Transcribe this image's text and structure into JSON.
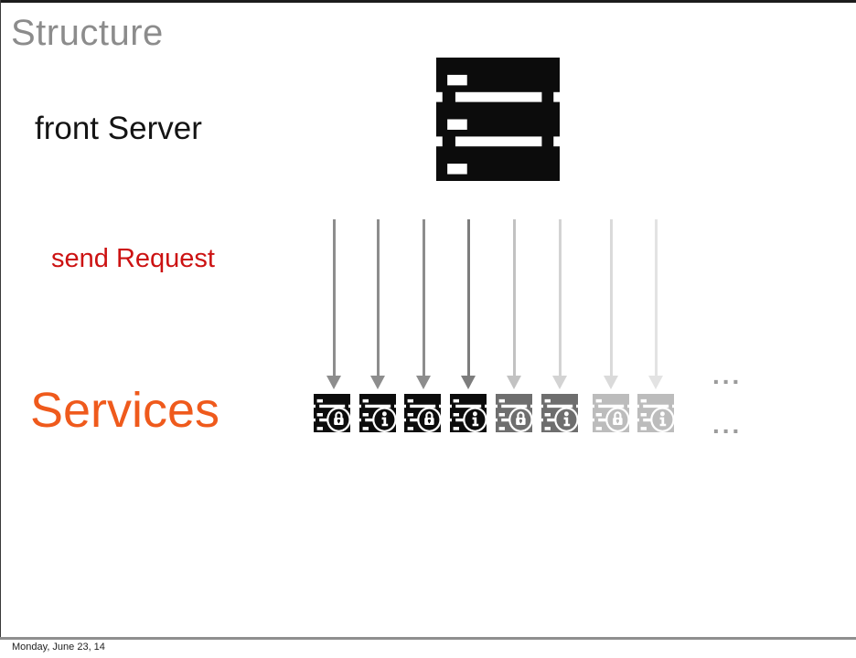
{
  "slide": {
    "title": "Structure",
    "front_server_label": "front Server",
    "send_request_label": "send Request",
    "services_label": "Services",
    "ellipsis_top": "...",
    "ellipsis_bottom": "...",
    "footer": "Monday, June 23, 14"
  },
  "colors": {
    "title": "#8c8c8c",
    "front_server_label": "#141414",
    "send_request_label": "#cc1212",
    "services_label": "#ef5a1c",
    "ellipsis": "#9b9b9b",
    "footer": "#1f1f1f",
    "front_server_icon": "#0c0c0c",
    "divider": "#8f8f8f"
  },
  "diagram": {
    "front_server_icon": "server-rack-icon",
    "arrows": [
      {
        "name": "request-arrow",
        "direction": "down",
        "color": "#8d8d8d"
      },
      {
        "name": "request-arrow",
        "direction": "down",
        "color": "#8d8d8d"
      },
      {
        "name": "request-arrow",
        "direction": "down",
        "color": "#8d8d8d"
      },
      {
        "name": "request-arrow",
        "direction": "down",
        "color": "#7d7d7d"
      },
      {
        "name": "request-arrow",
        "direction": "down",
        "color": "#c2c2c2"
      },
      {
        "name": "request-arrow",
        "direction": "down",
        "color": "#d3d3d3"
      },
      {
        "name": "request-arrow",
        "direction": "down",
        "color": "#dadada"
      },
      {
        "name": "request-arrow",
        "direction": "down",
        "color": "#e3e3e3"
      }
    ],
    "services": [
      {
        "name": "service-node-icon",
        "badge": "lock",
        "color": "#0c0c0c"
      },
      {
        "name": "service-node-icon",
        "badge": "info",
        "color": "#0c0c0c"
      },
      {
        "name": "service-node-icon",
        "badge": "lock",
        "color": "#0c0c0c"
      },
      {
        "name": "service-node-icon",
        "badge": "info",
        "color": "#0c0c0c"
      },
      {
        "name": "service-node-icon",
        "badge": "lock",
        "color": "#6e6e6e"
      },
      {
        "name": "service-node-icon",
        "badge": "info",
        "color": "#6e6e6e"
      },
      {
        "name": "service-node-icon",
        "badge": "lock",
        "color": "#bcbcbc"
      },
      {
        "name": "service-node-icon",
        "badge": "info",
        "color": "#bcbcbc"
      }
    ]
  }
}
